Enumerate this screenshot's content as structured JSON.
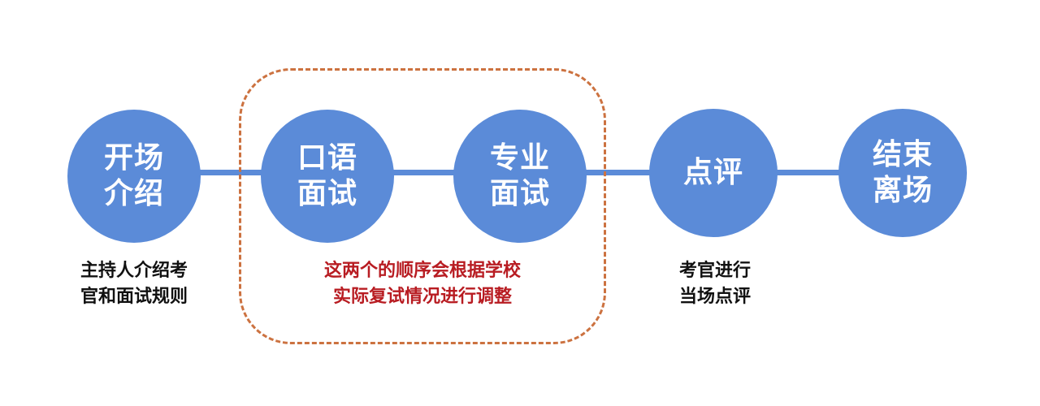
{
  "nodes": {
    "opening": "开场\n介绍",
    "oral_interview": "口语\n面试",
    "professional_interview": "专业\n面试",
    "review": "点评",
    "end": "结束\n离场"
  },
  "captions": {
    "opening": "主持人介绍考\n官和面试规则",
    "group_note": "这两个的顺序会根据学校\n实际复试情况进行调整",
    "review": "考官进行\n当场点评"
  },
  "colors": {
    "node_fill": "#5b8bd8",
    "connector": "#5b8bd8",
    "group_border": "#cc7240",
    "note_text": "#b81c22",
    "caption_text": "#111111"
  }
}
